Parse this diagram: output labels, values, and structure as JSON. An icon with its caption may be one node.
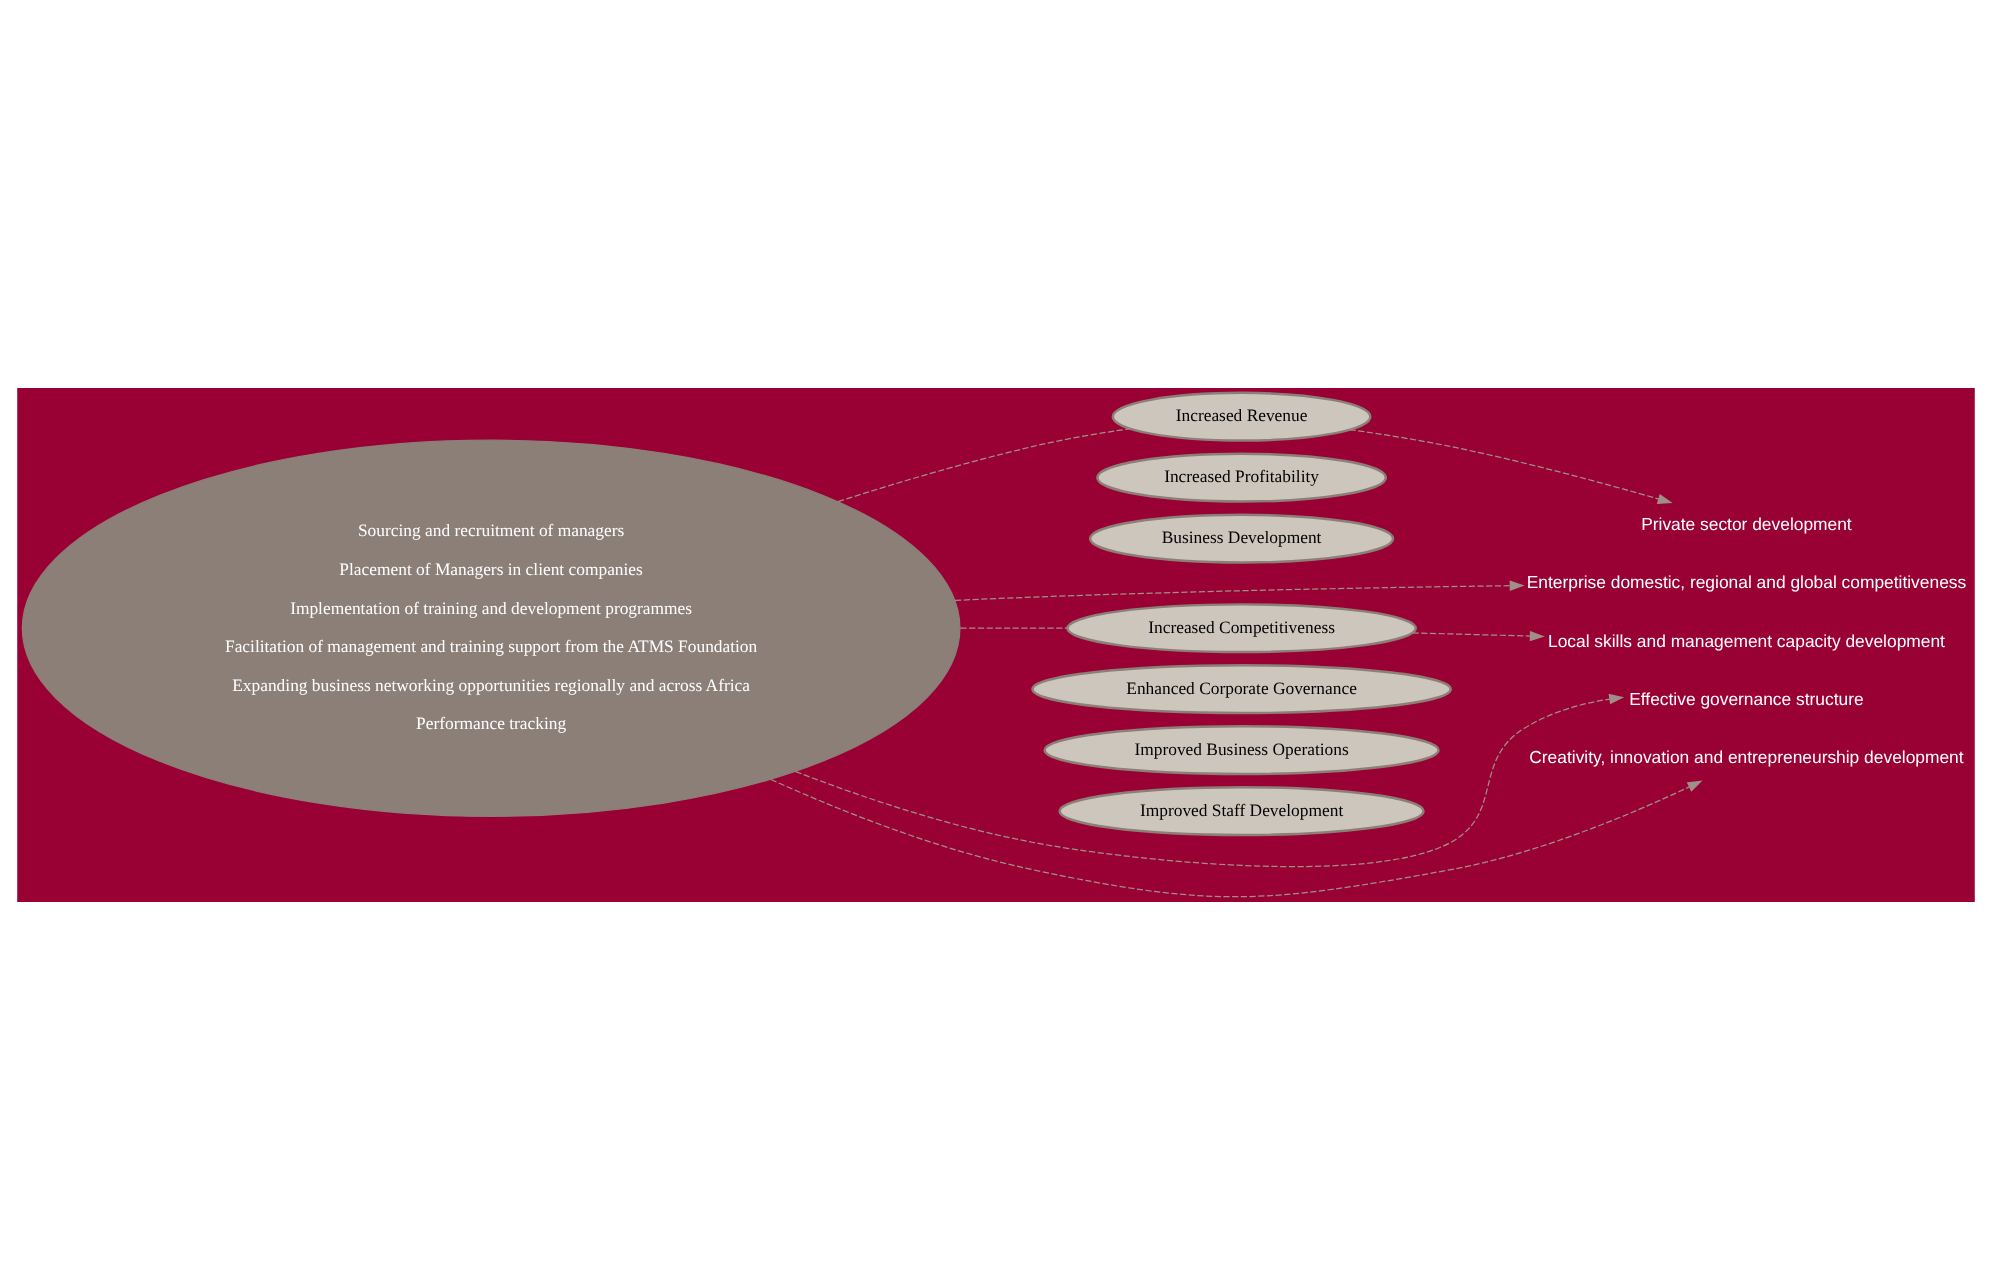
{
  "diagram": {
    "nodes": [
      {
        "text": [
          "Sourcing and recruitment of managers",
          "Placement of Managers in client companies",
          "Implementation of training and development programmes",
          "Facilitation of management and training support from the ATMS Foundation",
          "Expanding business networking opportunities regionally and across Africa",
          "Performance tracking"
        ]
      },
      {
        "text": [
          "Increased Revenue"
        ]
      },
      {
        "text": [
          "Increased Profitability"
        ]
      },
      {
        "text": [
          "Business Development"
        ]
      },
      {
        "text": [
          "Increased Competitiveness"
        ]
      },
      {
        "text": [
          "Improved Staff Development"
        ]
      },
      {
        "text": [
          "Enhanced Corporate Governance"
        ]
      },
      {
        "text": [
          "Improved Business Operations"
        ]
      },
      {
        "text": [
          "Private sector development"
        ]
      },
      {
        "text": [
          "Enterprise domestic, regional and global competitiveness"
        ]
      },
      {
        "text": [
          "Local skills and management capacity development"
        ]
      },
      {
        "text": [
          "Effective governance structure"
        ]
      },
      {
        "text": [
          "Creativity, innovation and entrepreneurship development"
        ]
      }
    ],
    "edges": [
      {
        "from": 0,
        "to": 1,
        "arrow": "none",
        "style": "dashed"
      },
      {
        "from": 1,
        "to": 8,
        "arrow": "to",
        "style": "dashed"
      },
      {
        "from": 0,
        "to": 9,
        "arrow": "to",
        "style": "dashed"
      },
      {
        "from": 0,
        "to": 4,
        "arrow": "none",
        "style": "dashed"
      },
      {
        "from": 4,
        "to": 10,
        "arrow": "to",
        "style": "dashed"
      },
      {
        "from": 0,
        "to": 11,
        "arrow": "to",
        "style": "dashed"
      },
      {
        "from": 0,
        "to": 12,
        "arrow": "to",
        "style": "dashed"
      }
    ]
  }
}
